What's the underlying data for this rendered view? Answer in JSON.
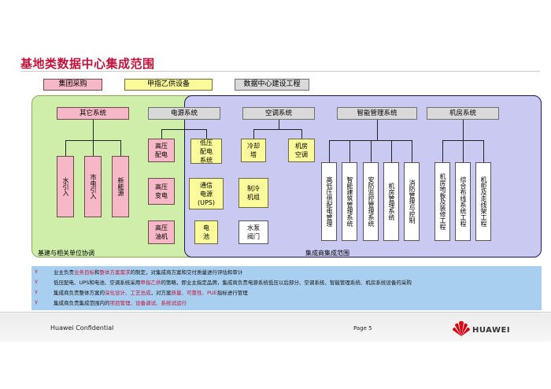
{
  "title": "基地类数据中心集成范围",
  "top_boxes": {
    "group_purchase": "集团采购",
    "party_a_equipment": "甲指乙供设备",
    "dc_engineering": "数据中心建设工程"
  },
  "categories": {
    "other": "其它系统",
    "power": "电源系统",
    "hvac": "空调系统",
    "smart_mgmt": "智能管理系统",
    "room": "机房系统"
  },
  "other_items": [
    "水引入",
    "市电引入",
    "新能源"
  ],
  "power_items": {
    "hv_distribution": "高压\n配电",
    "hv_transformer": "高压\n变电",
    "hv_generator": "高压\n油机",
    "lv_distribution": "低压\n配电\n系统",
    "ups": "通信\n电源\n(UPS)",
    "battery": "电\n池"
  },
  "hvac_items": {
    "cooling_tower": "冷却\n塔",
    "room_ac": "机房\n空调",
    "chiller": "制冷\n机组",
    "pump_valve": "水泵\n阀门"
  },
  "smart_items": [
    "高低压供配电管理",
    "智能建筑管理系统",
    "安防监控管理系统",
    "机房管理系统",
    "消防管理与控制"
  ],
  "room_items": [
    "机房地板及装修工程",
    "综合布线系统工程",
    "机柜及走线架工程"
  ],
  "regions": {
    "green_label": "基建与相关单位协调",
    "purple_label": "集成商集成范围"
  },
  "notes": [
    {
      "bullet": "γ",
      "parts": [
        {
          "t": "业主负责"
        },
        {
          "t": "业务目标",
          "hl": true
        },
        {
          "t": "和"
        },
        {
          "t": "整体方案需求",
          "hl": true
        },
        {
          "t": "的制定，对集成商方案和交付质量进行评估和审计"
        }
      ]
    },
    {
      "bullet": "γ",
      "parts": [
        {
          "t": "低压配电、UPS和电池、空调系统采用"
        },
        {
          "t": "甲指乙供",
          "hl": true
        },
        {
          "t": "的策略，即业主指定品牌，集成商负责电源系统低压以后部分、空调系统、智能管理系统、机房系统设备的采购"
        }
      ]
    },
    {
      "bullet": "γ",
      "parts": [
        {
          "t": "集成商负责整体方案的"
        },
        {
          "t": "深化设计、工艺总成",
          "hl": true
        },
        {
          "t": "，对方案"
        },
        {
          "t": "质量、可靠性、PUE",
          "hl": true
        },
        {
          "t": "指标进行管理"
        }
      ]
    },
    {
      "bullet": "γ",
      "parts": [
        {
          "t": "集成商负责集成范围内的"
        },
        {
          "t": "项目管理、设备调试、系统试运行",
          "hl": true
        }
      ]
    }
  ],
  "footer": {
    "confidential": "Huawei Confidential",
    "page": "Page 5",
    "logo": "HUAWEI"
  },
  "colors": {
    "title_red": "#c0143c",
    "pink": "#f6b8c6",
    "yellow": "#fbfb9c",
    "gray": "#d9d9d9",
    "green_region": "#cfeea9",
    "purple_region": "#c9c9f2",
    "notes_blue": "#a9cff0"
  }
}
